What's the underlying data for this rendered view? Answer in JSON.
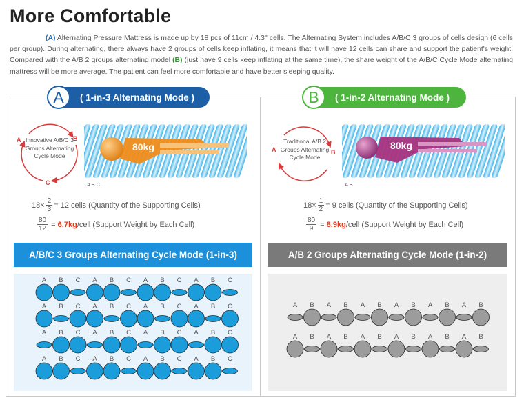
{
  "title": "More Comfortable",
  "intro": {
    "tag_a": "(A)",
    "text_1": " Alternating Pressure Mattress is made up by 18 pcs of 11cm / 4.3'' cells. The Alternating System includes A/B/C 3 groups of cells design (6 cells per group). During alternating, there always have 2 groups of cells keep inflating, it means that it will have 12 cells can share and support the patient's weight. Compared with the A/B 2 groups alternating model ",
    "tag_b": "(B)",
    "text_2": " (just have 9 cells keep inflating at the same time), the share weight of the A/B/C Cycle Mode alternating mattress will be more average. The patient can feel more comfortable and have better sleeping quality."
  },
  "panels": {
    "a": {
      "letter": "A",
      "mode_label": "( 1-in-3 Alternating Mode )",
      "cycle_text": "Innovative A/B/C 3 Groups Alternating Cycle Mode",
      "cycle_labels": [
        "A",
        "B",
        "C"
      ],
      "weight": "80kg",
      "axis_letters": "A  B  C",
      "formula1": {
        "lead": "18×",
        "num": "2",
        "den": "3",
        "rest": " = 12 cells (Quantity of the Supporting Cells)"
      },
      "formula2": {
        "num": "80",
        "den": "12",
        "eq": " = ",
        "value": "6.7kg",
        "rest": "/cell (Support Weight by Each Cell)"
      },
      "banner": "A/B/C 3 Groups Alternating Cycle Mode (1-in-3)",
      "row_letters": [
        "A",
        "B",
        "C",
        "A",
        "B",
        "C",
        "A",
        "B",
        "C",
        "A",
        "B",
        "C"
      ],
      "accent": "#1d5fa6",
      "cell_color": "#1c9ddb"
    },
    "b": {
      "letter": "B",
      "mode_label": "( 1-in-2 Alternating Mode )",
      "cycle_text": "Traditional A/B 2 Groups Alternating Cycle Mode",
      "cycle_labels": [
        "A",
        "B"
      ],
      "weight": "80kg",
      "axis_letters": "A  B",
      "formula1": {
        "lead": "18×",
        "num": "1",
        "den": "2",
        "rest": " = 9 cells (Quantity of the Supporting Cells)"
      },
      "formula2": {
        "num": "80",
        "den": "9",
        "eq": " = ",
        "value": "8.9kg",
        "rest": "/cell (Support Weight by Each Cell)"
      },
      "banner": "A/B 2 Groups Alternating Cycle Mode (1-in-2)",
      "row_letters": [
        "A",
        "B",
        "A",
        "B",
        "A",
        "B",
        "A",
        "B",
        "A",
        "B",
        "A",
        "B"
      ],
      "accent": "#4db53d",
      "cell_color": "#9c9c9c"
    }
  }
}
